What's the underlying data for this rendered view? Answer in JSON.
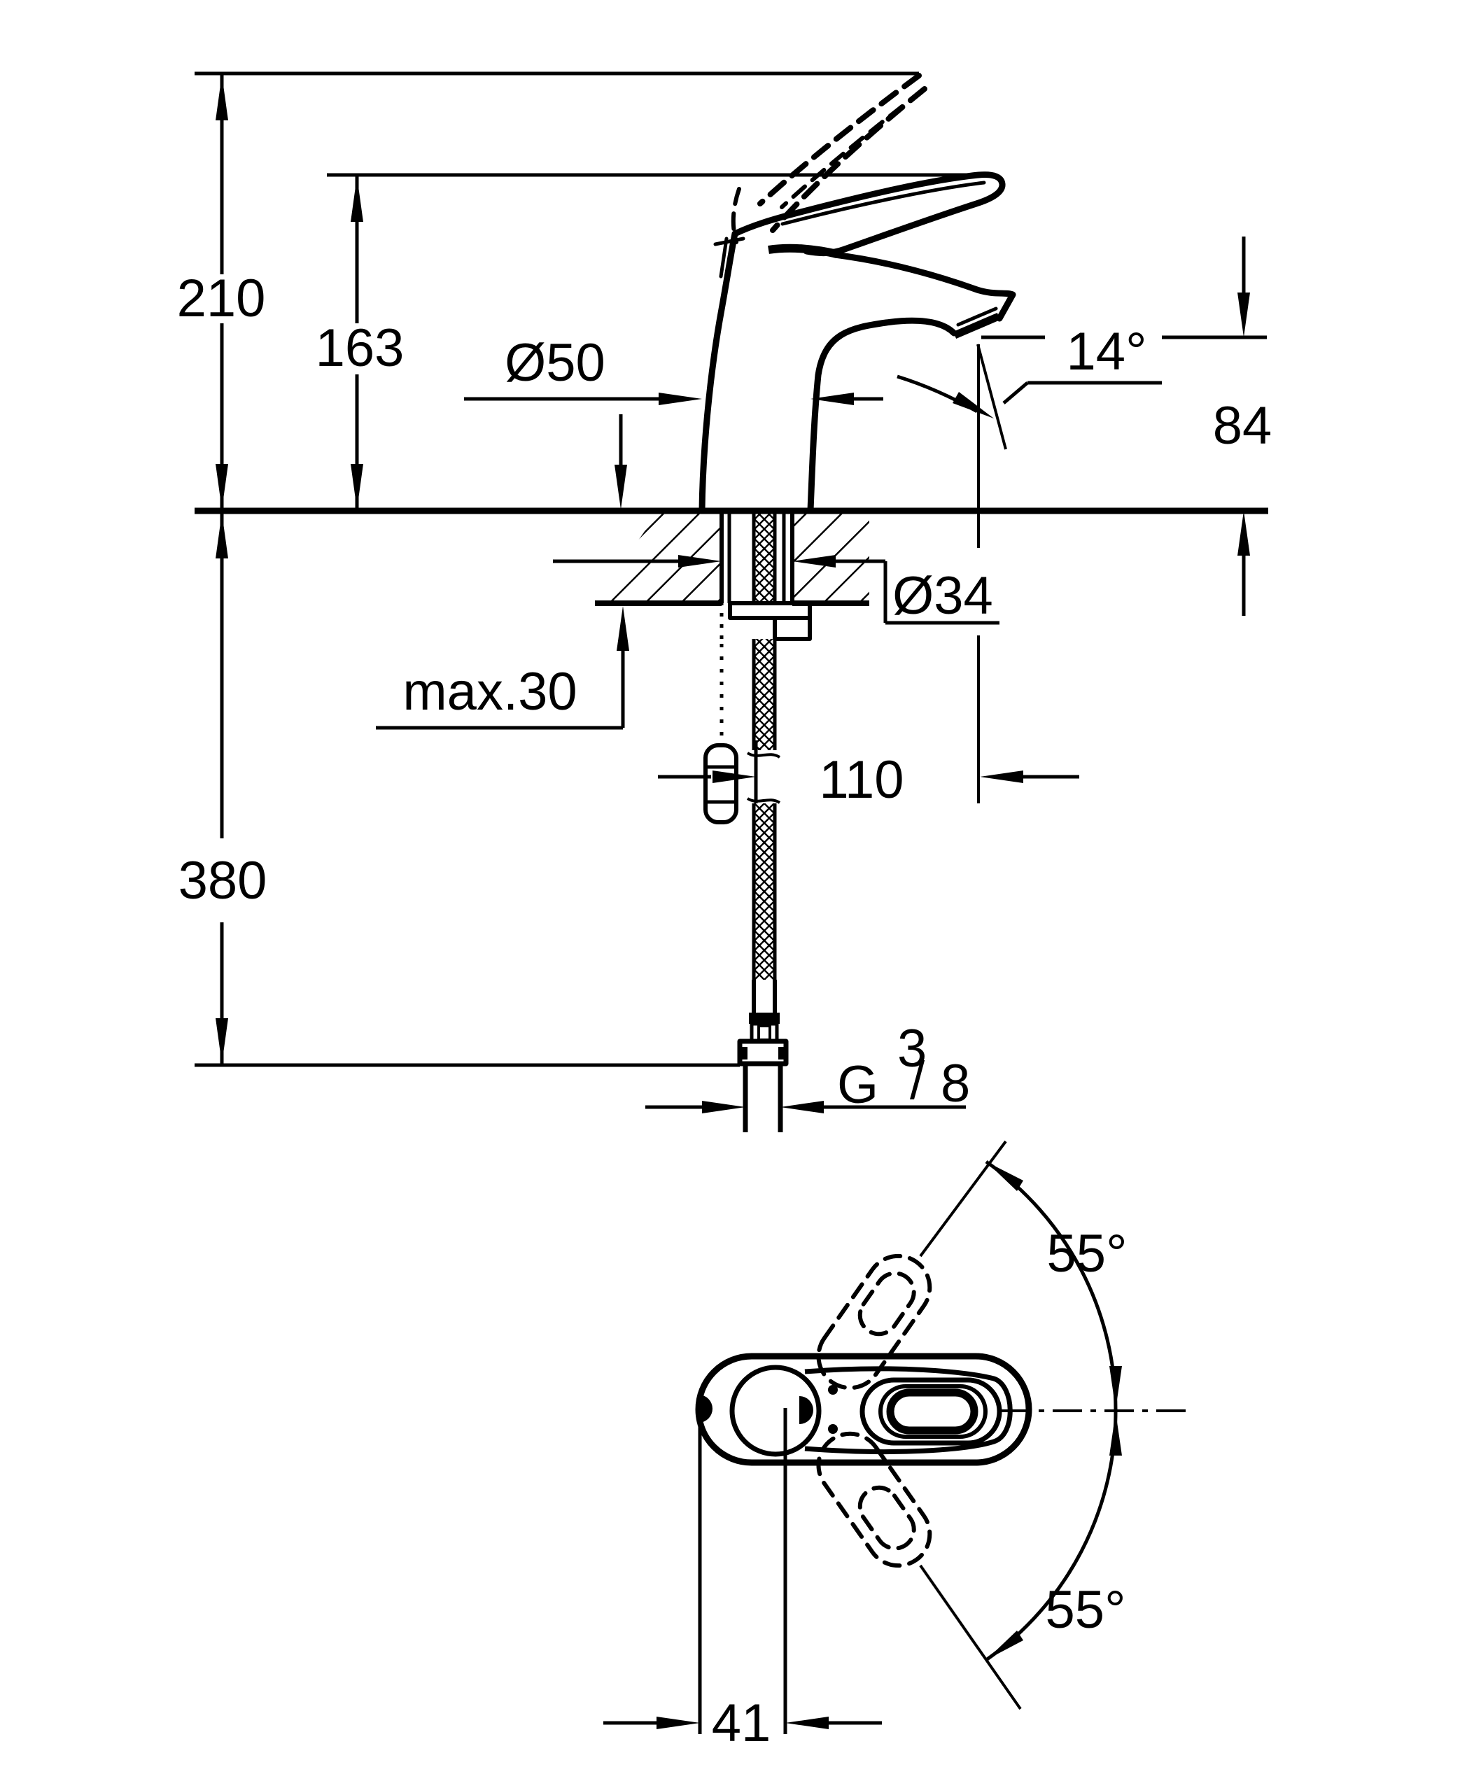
{
  "drawing": {
    "kind": "faucet installation dimension drawing",
    "units": "mm",
    "line_color": "#000000",
    "background_color": "#ffffff",
    "side_view": {
      "overall_height_label": "210",
      "body_height_label": "163",
      "base_diameter_label": "Ø50",
      "spout_angle_label": "14°",
      "spout_height_label": "84",
      "hole_diameter_label": "Ø34",
      "deck_thickness_label": "max.30",
      "hose_length_label": "380",
      "spout_projection_label": "110",
      "thread_label_g": "G",
      "thread_label_numerator": "3",
      "thread_label_slash": "/",
      "thread_label_denominator": "8"
    },
    "top_view": {
      "swivel_angle_upper_label": "55°",
      "swivel_angle_lower_label": "55°",
      "handle_offset_label": "41"
    }
  }
}
